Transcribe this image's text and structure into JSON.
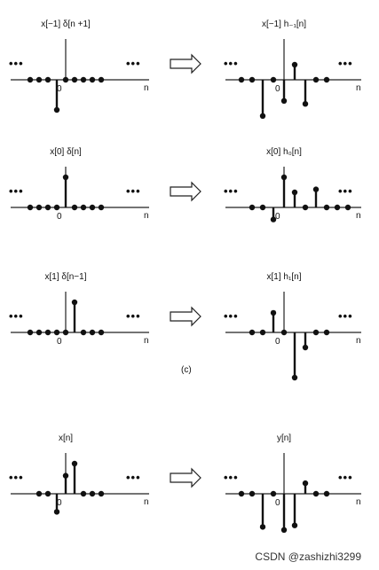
{
  "figure": {
    "part_label": "(c)",
    "axis_var": "n",
    "origin_label": "0",
    "ellipsis": "•••",
    "arrow": "hollow-right-arrow-icon"
  },
  "rows": [
    {
      "input_label": "x[−1] δ[n +1]",
      "output_label": "x[−1] h₋₁[n]",
      "input_stems": [
        [
          -4,
          0
        ],
        [
          -3,
          0
        ],
        [
          -2,
          0
        ],
        [
          -1,
          -1
        ],
        [
          0,
          0
        ],
        [
          1,
          0
        ],
        [
          2,
          0
        ],
        [
          3,
          0
        ],
        [
          4,
          0
        ]
      ],
      "output_stems": [
        [
          -4,
          0
        ],
        [
          -3,
          0
        ],
        [
          -2,
          -1.2
        ],
        [
          -1,
          0
        ],
        [
          0,
          -0.7
        ],
        [
          1,
          0.5
        ],
        [
          2,
          -0.8
        ],
        [
          3,
          0
        ],
        [
          4,
          0
        ]
      ]
    },
    {
      "input_label": "x[0] δ[n]",
      "output_label": "x[0] h₀[n]",
      "input_stems": [
        [
          -4,
          0
        ],
        [
          -3,
          0
        ],
        [
          -2,
          0
        ],
        [
          -1,
          0
        ],
        [
          0,
          1
        ],
        [
          1,
          0
        ],
        [
          2,
          0
        ],
        [
          3,
          0
        ],
        [
          4,
          0
        ]
      ],
      "output_stems": [
        [
          -3,
          0
        ],
        [
          -2,
          0
        ],
        [
          -1,
          -0.4
        ],
        [
          0,
          1
        ],
        [
          1,
          0.5
        ],
        [
          2,
          0
        ],
        [
          3,
          0.6
        ],
        [
          4,
          0
        ],
        [
          5,
          0
        ],
        [
          6,
          0
        ]
      ]
    },
    {
      "input_label": "x[1] δ[n−1]",
      "output_label": "x[1] h₁[n]",
      "input_stems": [
        [
          -4,
          0
        ],
        [
          -3,
          0
        ],
        [
          -2,
          0
        ],
        [
          -1,
          0
        ],
        [
          0,
          0
        ],
        [
          1,
          1
        ],
        [
          2,
          0
        ],
        [
          3,
          0
        ],
        [
          4,
          0
        ]
      ],
      "output_stems": [
        [
          -3,
          0
        ],
        [
          -2,
          0
        ],
        [
          -1,
          0.65
        ],
        [
          0,
          0
        ],
        [
          1,
          -1.5
        ],
        [
          2,
          -0.5
        ],
        [
          3,
          0
        ],
        [
          4,
          0
        ]
      ]
    },
    {
      "input_label": "x[n]",
      "output_label": "y[n]",
      "input_stems": [
        [
          -3,
          0
        ],
        [
          -2,
          0
        ],
        [
          -1,
          -0.6
        ],
        [
          0,
          0.6
        ],
        [
          1,
          1
        ],
        [
          2,
          0
        ],
        [
          3,
          0
        ],
        [
          4,
          0
        ]
      ],
      "output_stems": [
        [
          -4,
          0
        ],
        [
          -3,
          0
        ],
        [
          -2,
          -1.1
        ],
        [
          -1,
          0
        ],
        [
          0,
          -1.2
        ],
        [
          1,
          -1.05
        ],
        [
          2,
          0.35
        ],
        [
          3,
          0
        ],
        [
          4,
          0
        ]
      ]
    }
  ],
  "watermark": "CSDN @zashizhi3299"
}
